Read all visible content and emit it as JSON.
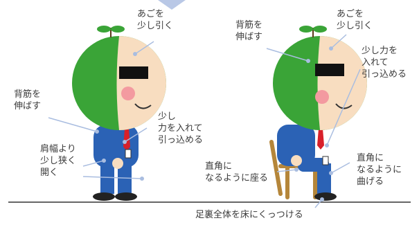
{
  "colors": {
    "accent_arrow": "#b9c8e6",
    "leader_lines": "#a9bde0",
    "head_green": "#3aa437",
    "face_skin": "#f8ddc0",
    "cheek_pink": "#f39aa0",
    "suit_blue": "#2b62b5",
    "chair_brown": "#b5863a",
    "tie_red": "#d8202a"
  },
  "labels": {
    "left_chin": "あごを\n少し引く",
    "left_back": "背筋を\n伸ばす",
    "left_arm": "少し\n力を入れて\n引っ込める",
    "left_shoulder": "肩幅より\n少し狭く\n開く",
    "right_back": "背筋を\n伸ばす",
    "right_chin": "あごを\n少し引く",
    "right_arm": "少し力を\n入れて\n引っ込める",
    "right_seat": "直角に\nなるように座る",
    "right_knee": "直角に\nなるように\n曲げる",
    "floor": "足裏全体を床にくっつける"
  }
}
